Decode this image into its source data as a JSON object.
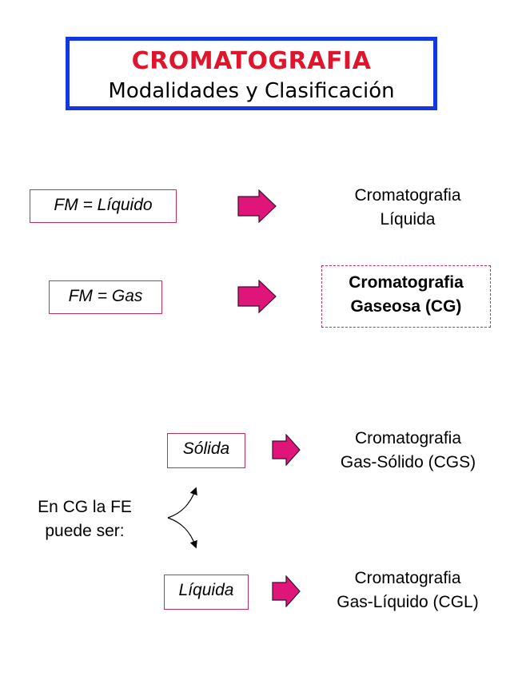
{
  "title": {
    "main": "CROMATOGRAFIA",
    "subtitle": "Modalidades y Clasificación"
  },
  "mobile_phase": [
    {
      "label": "FM = Líquido",
      "result_line1": "Cromatografia",
      "result_line2": "Líquida"
    },
    {
      "label": "FM = Gas",
      "result_line1": "Cromatografia",
      "result_line2": "Gaseosa (CG)"
    }
  ],
  "stationary_phase": {
    "question_line1": "En CG la FE",
    "question_line2": "puede ser:",
    "options": [
      {
        "label": "Sólida",
        "result_line1": "Cromatografia",
        "result_line2": "Gas-Sólido (CGS)"
      },
      {
        "label": "Líquida",
        "result_line1": "Cromatografia",
        "result_line2": "Gas-Líquido (CGL)"
      }
    ]
  },
  "colors": {
    "title_text": "#e0142a",
    "title_border": "#1437e0",
    "arrow_fill": "#e0157a",
    "box_border": "#c0325a"
  },
  "icons": {
    "arrow": "right-block-arrow-icon",
    "branch": "branch-arrows-icon"
  }
}
